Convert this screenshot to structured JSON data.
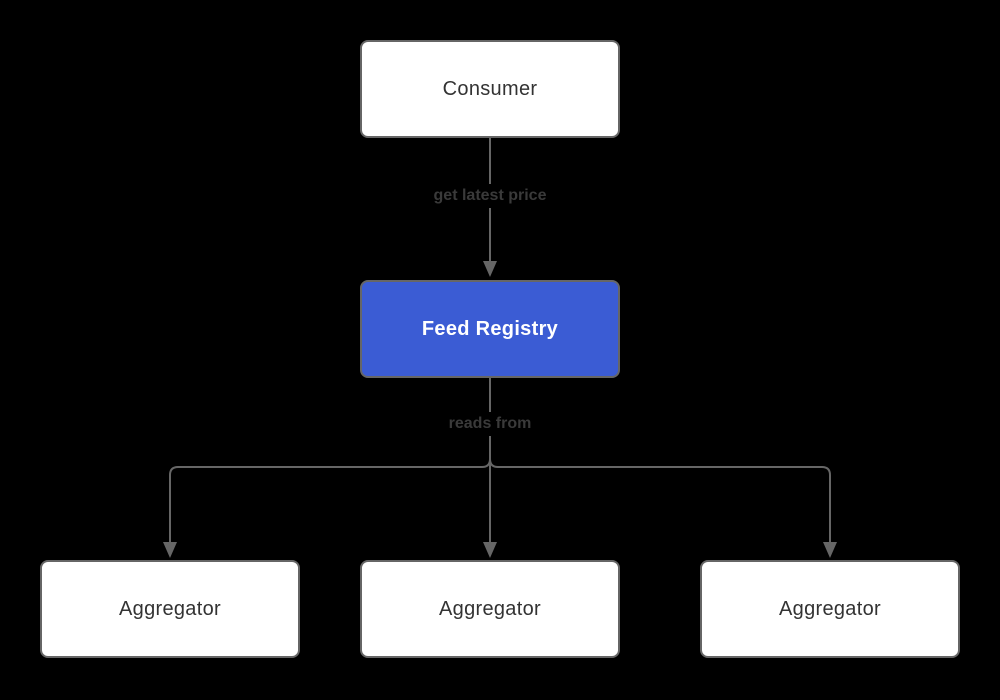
{
  "diagram": {
    "type": "flowchart",
    "direction": "top-down",
    "nodes": [
      {
        "id": "consumer",
        "label": "Consumer",
        "variant": "default"
      },
      {
        "id": "feed-registry",
        "label": "Feed Registry",
        "variant": "accent"
      },
      {
        "id": "aggregator-1",
        "label": "Aggregator",
        "variant": "default"
      },
      {
        "id": "aggregator-2",
        "label": "Aggregator",
        "variant": "default"
      },
      {
        "id": "aggregator-3",
        "label": "Aggregator",
        "variant": "default"
      }
    ],
    "edges": [
      {
        "from": "consumer",
        "to": "feed-registry",
        "label": "get latest price"
      },
      {
        "from": "feed-registry",
        "to": "aggregator-1",
        "label": "reads from"
      },
      {
        "from": "feed-registry",
        "to": "aggregator-2",
        "label": ""
      },
      {
        "from": "feed-registry",
        "to": "aggregator-3",
        "label": ""
      }
    ]
  },
  "colors": {
    "background": "#000000",
    "node_fill": "#ffffff",
    "node_border": "#666666",
    "node_text": "#333333",
    "accent": "#3b5cd4",
    "accent_text": "#ffffff",
    "edge_line": "#666666",
    "edge_label_text": "#3a3a3a",
    "edge_label_bg": "#000000"
  }
}
